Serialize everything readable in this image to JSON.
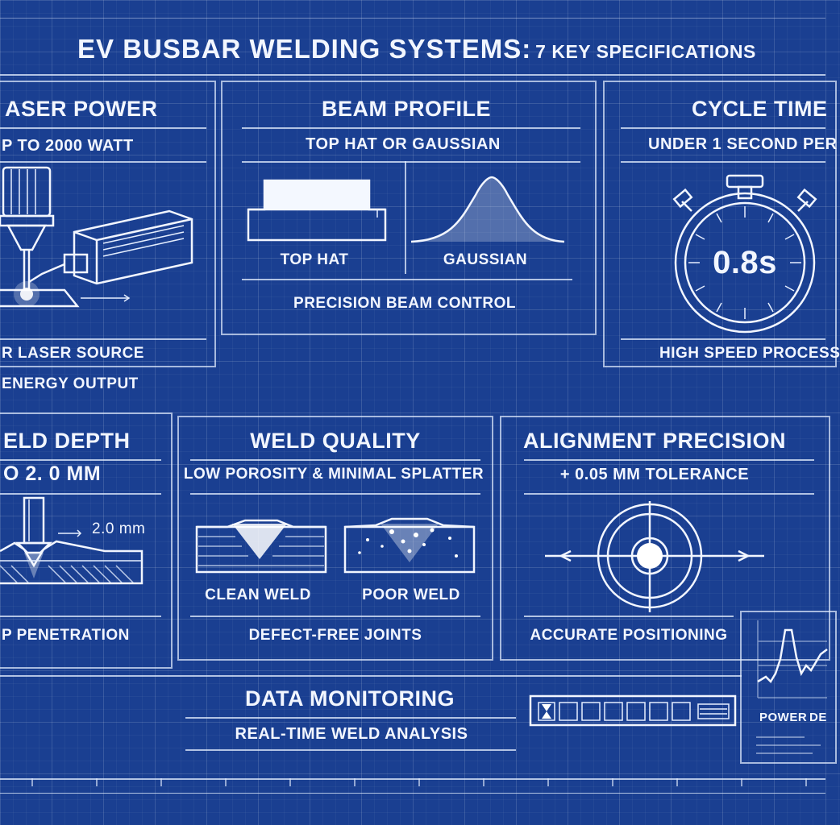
{
  "title": "EV BUSBAR WELDING SYSTEMS:",
  "title_suffix": "7 KEY SPECIFICATIONS",
  "cards": {
    "laser_power": {
      "heading": "ASER POWER",
      "value": "P TO 2000 WATT",
      "caption1": "R LASER SOURCE",
      "caption2": "ENERGY OUTPUT"
    },
    "beam_profile": {
      "heading": "BEAM PROFILE",
      "value": "TOP HAT OR GAUSSIAN",
      "label_tophat": "TOP HAT",
      "label_gaussian": "GAUSSIAN",
      "caption": "PRECISION BEAM CONTROL"
    },
    "cycle_time": {
      "heading": "CYCLE TIME",
      "value": "UNDER 1 SECOND PER",
      "timer": "0.8s",
      "caption": "HIGH SPEED PROCESS"
    },
    "weld_depth": {
      "heading": "ELD DEPTH",
      "value": "O 2. 0 MM",
      "dimension": "2.0 mm",
      "caption": "P PENETRATION"
    },
    "weld_quality": {
      "heading": "WELD QUALITY",
      "value": "LOW POROSITY & MINIMAL SPLATTER",
      "label_clean": "CLEAN WELD",
      "label_poor": "POOR WELD",
      "caption": "DEFECT-FREE JOINTS"
    },
    "alignment": {
      "heading": "ALIGNMENT PRECISION",
      "value": "+ 0.05 MM TOLERANCE",
      "caption": "ACCURATE POSITIONING"
    },
    "data_monitoring": {
      "heading": "DATA MONITORING",
      "value": "REAL-TIME WELD ANALYSIS",
      "chart_label_power": "POWER",
      "chart_label_depth": "DE"
    }
  },
  "colors": {
    "background": "#1a3f91",
    "ink": "#f2f6ff"
  }
}
